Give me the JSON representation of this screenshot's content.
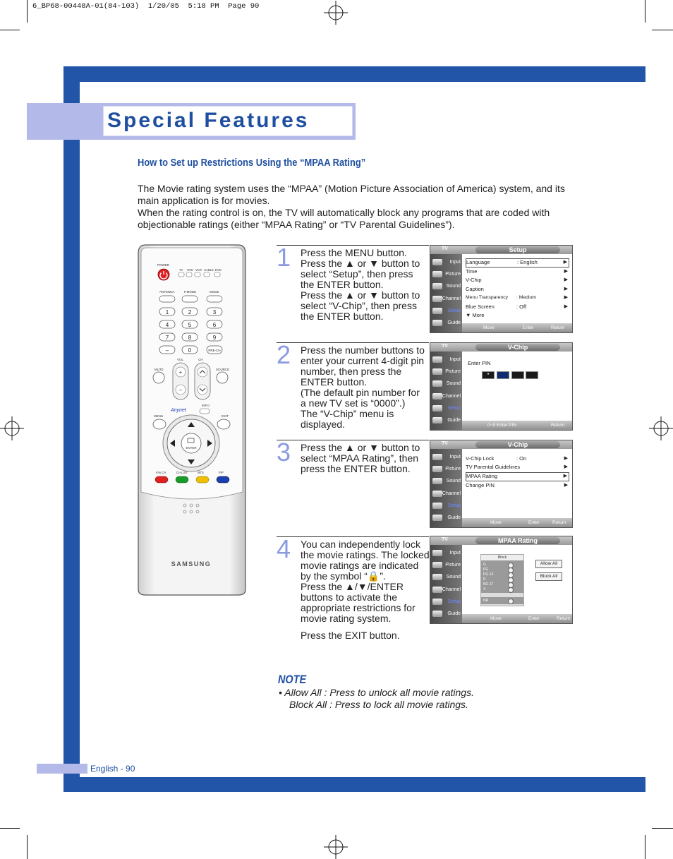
{
  "print_header": "6_BP68-00448A-01(84-103)  1/20/05  5:18 PM  Page 90",
  "title": "Special Features",
  "subheading": "How to Set up Restrictions Using the “MPAA Rating”",
  "intro": [
    "The Movie rating system uses the “MPAA” (Motion Picture Association of America) system, and its main application is for movies.",
    "When the rating control is on, the TV will automatically block any programs that are coded with objectionable ratings (either “MPAA Rating” or “TV Parental Guidelines”)."
  ],
  "remote": {
    "power": "POWER",
    "modes": [
      "TV",
      "STB",
      "VCR",
      "CABLE",
      "DVD"
    ],
    "antenna": "ANTENNA",
    "pmode": "P.MODE",
    "mode": "MODE",
    "digits": [
      "1",
      "2",
      "3",
      "4",
      "5",
      "6",
      "7",
      "8",
      "9",
      "–",
      "0",
      "PRE-CH"
    ],
    "vol": "VOL",
    "ch": "CH",
    "mute": "MUTE",
    "source": "SOURCE",
    "anynet": "Anynet",
    "info": "INFO",
    "menu": "MENU",
    "exit": "EXIT",
    "enter": "ENTER",
    "bottom_row": [
      "FAV.CH",
      "CH.LIST",
      "MTS",
      "PIP"
    ],
    "brand": "SAMSUNG",
    "colors": {
      "power": "#e02020",
      "red": "#e02020",
      "green": "#1a9a2a",
      "yellow": "#f0c000",
      "blue": "#1a3fb0"
    }
  },
  "steps": [
    {
      "num": "1",
      "lines": [
        "Press the MENU button.",
        "Press the ▲ or ▼ button to",
        "select “Setup”, then press",
        "the ENTER button.",
        "Press the ▲ or ▼ button to",
        "select “V-Chip”, then press",
        "the ENTER button."
      ]
    },
    {
      "num": "2",
      "lines": [
        "Press the number buttons to",
        "enter your current 4-digit pin",
        "number, then press the",
        "ENTER button.",
        "(The default pin number for",
        "a new TV set is “0000”.)",
        "The “V-Chip” menu is",
        "displayed."
      ]
    },
    {
      "num": "3",
      "lines": [
        "Press the ▲ or ▼ button to",
        "select “MPAA Rating”, then",
        "press the ENTER button."
      ]
    },
    {
      "num": "4",
      "lines": [
        "You can independently lock",
        "the movie ratings. The locked",
        "movie ratings are indicated",
        "by the symbol “🔒”.",
        "Press the ▲/▼/ENTER",
        "buttons to activate the",
        "appropriate restrictions for",
        "movie rating system."
      ]
    }
  ],
  "exit_text": "Press the EXIT button.",
  "note": {
    "title": "NOTE",
    "line1": "• Allow All : Press to unlock all movie ratings.",
    "line2": "Block All : Press to lock all movie ratings."
  },
  "footer": "English - 90",
  "osd": {
    "tv": "TV",
    "sidebar": [
      "Input",
      "Picture",
      "Sound",
      "Channel",
      "Setup",
      "Guide"
    ],
    "screen1": {
      "tab": "Setup",
      "rows": [
        {
          "label": "Language",
          "value": ": English"
        },
        {
          "label": "Time",
          "value": ""
        },
        {
          "label": "V-Chip",
          "value": ""
        },
        {
          "label": "Caption",
          "value": ""
        },
        {
          "label": "Menu Transparency",
          "value": ": Medium"
        },
        {
          "label": "Blue Screen",
          "value": ": Off"
        },
        {
          "label": "▼ More",
          "value": ""
        }
      ],
      "bottom": [
        "Move",
        "Enter",
        "Return"
      ]
    },
    "screen2": {
      "tab": "V-Chip",
      "prompt": "Enter PIN",
      "pin_first": "*",
      "bottom": [
        "0~9 Enter PIN",
        "Return"
      ]
    },
    "screen3": {
      "tab": "V-Chip",
      "rows": [
        {
          "label": "V-Chip Lock",
          "value": ": On"
        },
        {
          "label": "TV Parental Guidelines",
          "value": ""
        },
        {
          "label": "MPAA Rating",
          "value": ""
        },
        {
          "label": "Change PIN",
          "value": ""
        }
      ],
      "bottom": [
        "Move",
        "Enter",
        "Return"
      ]
    },
    "screen4": {
      "tab": "MPAA Rating",
      "header": "Block",
      "ratings": [
        "G",
        "PG",
        "PG-13",
        "R",
        "NC-17",
        "X",
        "NR"
      ],
      "allow_all": "Allow All",
      "block_all": "Block All",
      "bottom": [
        "Move",
        "Enter",
        "Return"
      ]
    }
  }
}
